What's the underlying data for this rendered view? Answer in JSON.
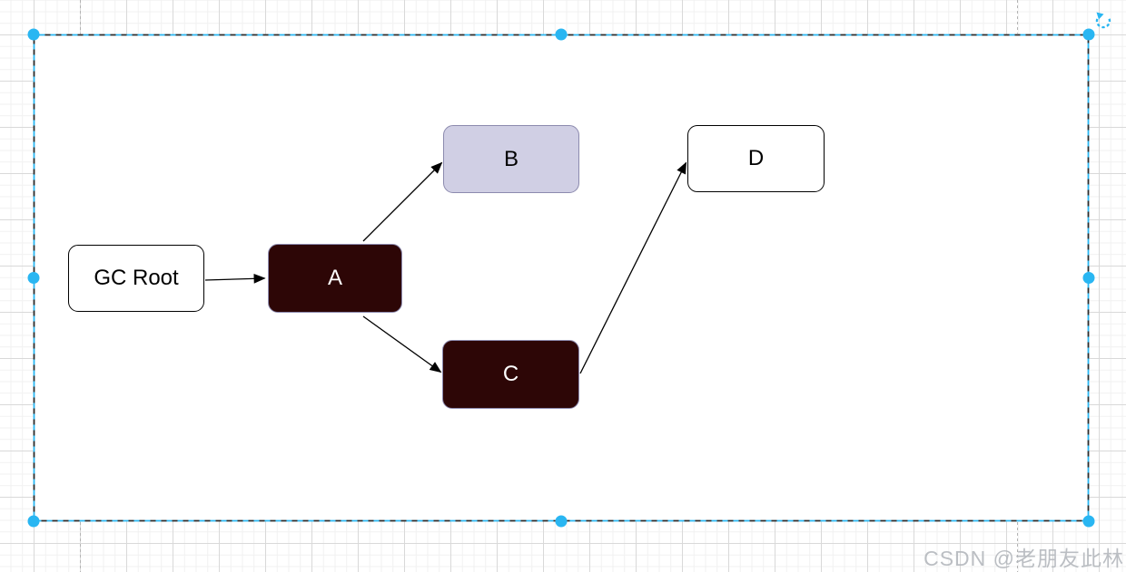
{
  "canvas": {
    "grid": {
      "background": "#ffffff",
      "minor_color": "#f1f1f1",
      "major_color": "#d9d9d9"
    },
    "page_boundary_color": "#b3b3b3"
  },
  "selection": {
    "outline_color_primary": "#29b6f2",
    "outline_color_secondary": "#2b2b2b",
    "handle_color": "#29b6f2",
    "rotate_icon": "clockwise-rotate-arrow"
  },
  "diagram": {
    "nodes": [
      {
        "id": "gc_root",
        "label": "GC Root",
        "fill": "#ffffff",
        "stroke": "#000000",
        "text_color": "#000000"
      },
      {
        "id": "a",
        "label": "A",
        "fill": "#2d0606",
        "stroke": "#8d8bb0",
        "text_color": "#ffffff"
      },
      {
        "id": "b",
        "label": "B",
        "fill": "#d0cfe4",
        "stroke": "#8c8aae",
        "text_color": "#000000"
      },
      {
        "id": "c",
        "label": "C",
        "fill": "#2d0606",
        "stroke": "#8d8bb0",
        "text_color": "#ffffff"
      },
      {
        "id": "d",
        "label": "D",
        "fill": "#ffffff",
        "stroke": "#000000",
        "text_color": "#000000"
      }
    ],
    "edges": [
      {
        "from": "GC Root",
        "to": "A"
      },
      {
        "from": "A",
        "to": "B"
      },
      {
        "from": "A",
        "to": "C"
      },
      {
        "from": "C",
        "to": "D"
      }
    ]
  },
  "watermark": {
    "text": "CSDN @老朋友此林",
    "color": "#b4b8bd"
  }
}
